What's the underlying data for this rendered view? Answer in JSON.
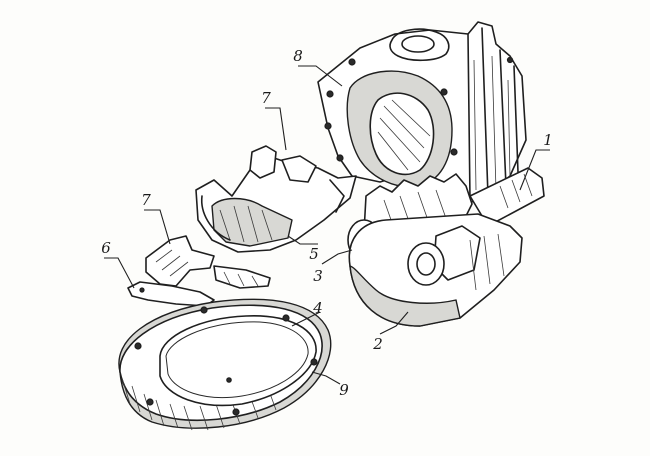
{
  "callouts": {
    "part_1": "1",
    "part_2": "2",
    "part_3": "3",
    "part_4": "4",
    "part_5": "5",
    "part_6": "6",
    "part_7_upper": "7",
    "part_7_lower": "7",
    "part_8": "8",
    "part_9": "9"
  },
  "colors": {
    "ink": "#1f1f1f",
    "paper": "#fdfdfb",
    "shade": "#d8d8d4"
  }
}
